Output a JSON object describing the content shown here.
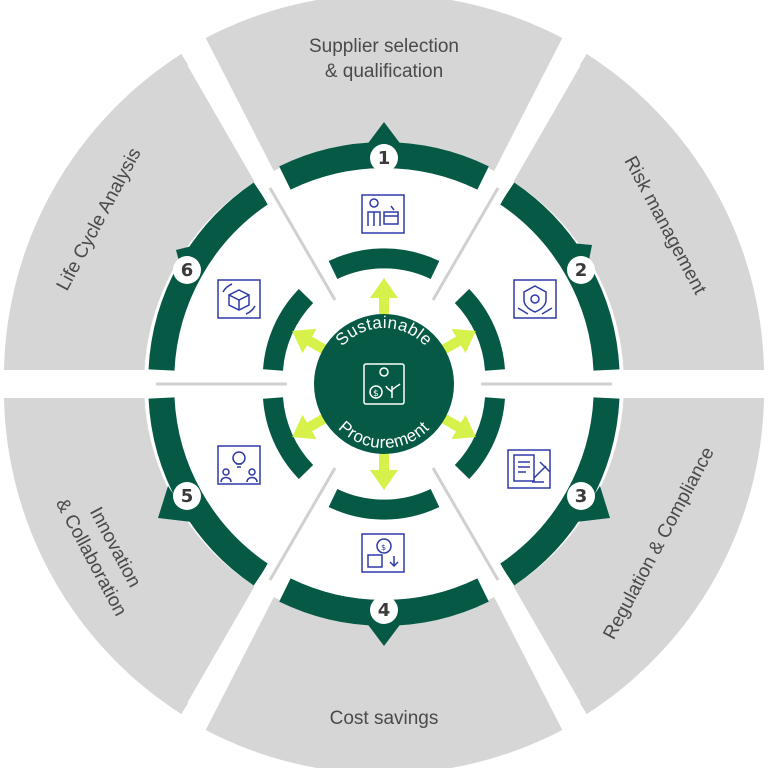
{
  "colors": {
    "outer_segment": "#d6d6d6",
    "ring_dark": "#065a45",
    "arrow_lime": "#d6f24a",
    "icon_blue": "#2e3aa8",
    "number_fill": "#ffffff"
  },
  "center": {
    "top_text": "Sustainable",
    "bottom_text": "Procurement",
    "icon": "money-plant-person-icon"
  },
  "segments": [
    {
      "number": "1",
      "label_lines": [
        "Supplier selection",
        "& qualification"
      ],
      "icon": "supplier-with-box-icon"
    },
    {
      "number": "2",
      "label_lines": [
        "Risk management"
      ],
      "icon": "shield-hands-icon"
    },
    {
      "number": "3",
      "label_lines": [
        "Regulation & Compliance"
      ],
      "icon": "document-gavel-icon"
    },
    {
      "number": "4",
      "label_lines": [
        "Cost savings"
      ],
      "icon": "gear-dollar-box-icon"
    },
    {
      "number": "5",
      "label_lines": [
        "Innovation",
        "& Collaboration"
      ],
      "icon": "lightbulb-people-icon"
    },
    {
      "number": "6",
      "label_lines": [
        "Life Cycle Analysis"
      ],
      "icon": "box-cycle-icon"
    }
  ]
}
